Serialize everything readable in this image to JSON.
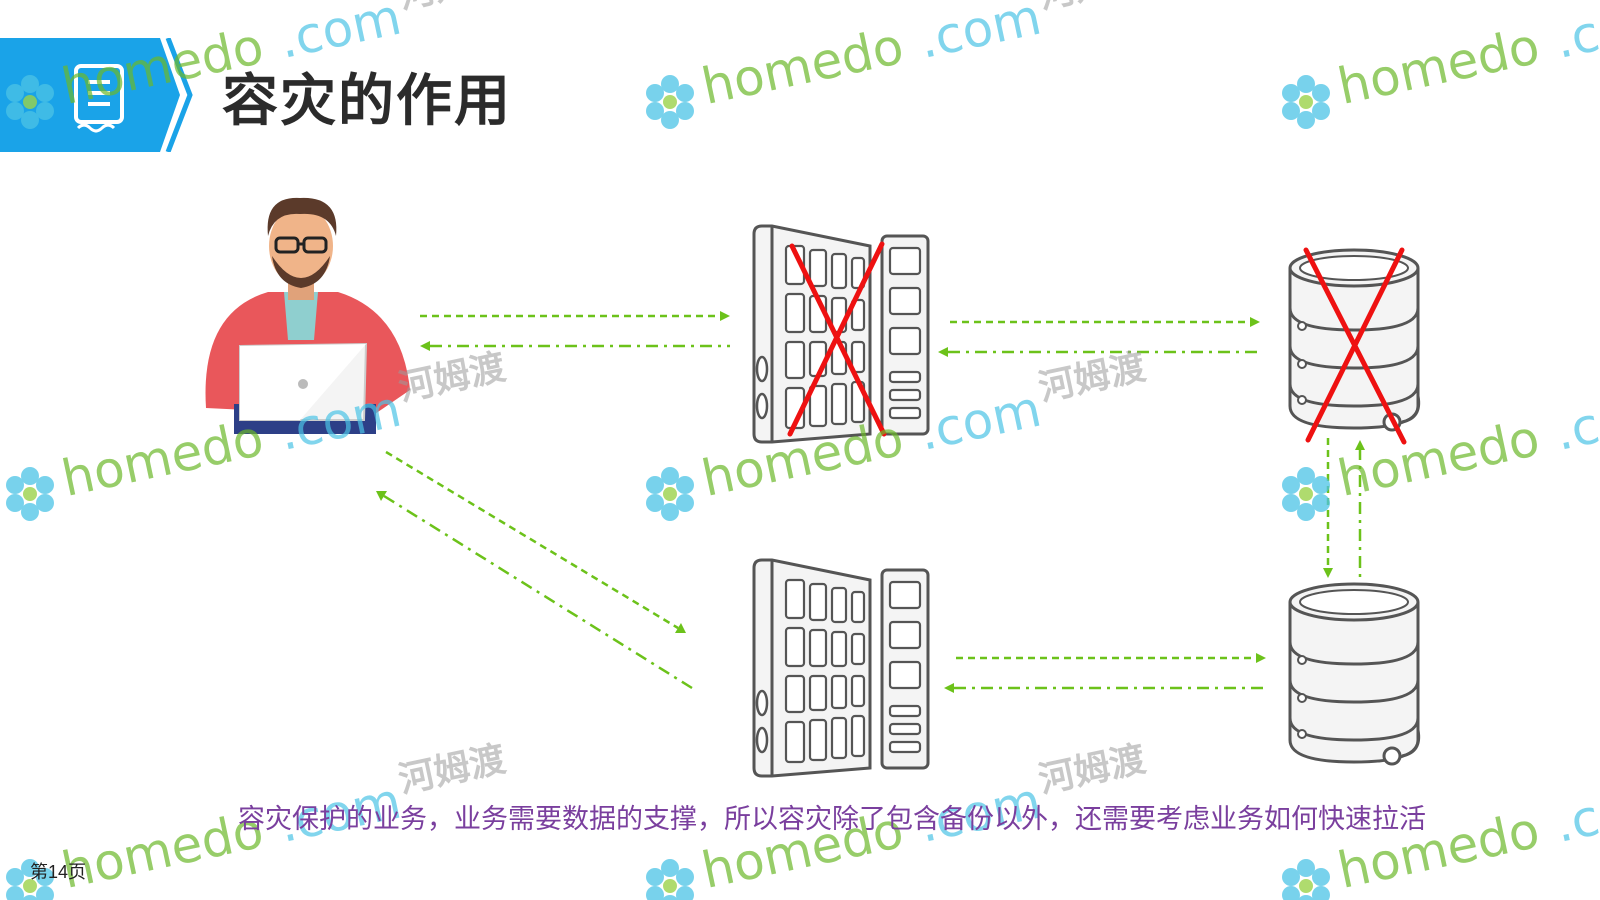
{
  "slide": {
    "title": "容灾的作用",
    "caption": "容灾保护的业务，业务需要数据的支撑，所以容灾除了包含备份以外，还需要考虑业务如何快速拉活",
    "page_number": "第14页"
  },
  "watermark": {
    "brand": "homedo",
    "domain": ".com",
    "cn": "河姆渡"
  },
  "colors": {
    "banner": "#1aa3e8",
    "arrow": "#6cc21a",
    "cross": "#ee1111",
    "caption": "#7a3f9e",
    "watermark_text": "#6bb82a",
    "watermark_flower": "#4cc3e6"
  },
  "icons": {
    "header": "document-icon",
    "user": "user-laptop-icon",
    "server_failed": "server-rack-icon",
    "db_failed": "database-icon",
    "server_backup": "server-rack-icon",
    "db_backup": "database-icon",
    "failure_mark": "cross-mark-icon"
  }
}
